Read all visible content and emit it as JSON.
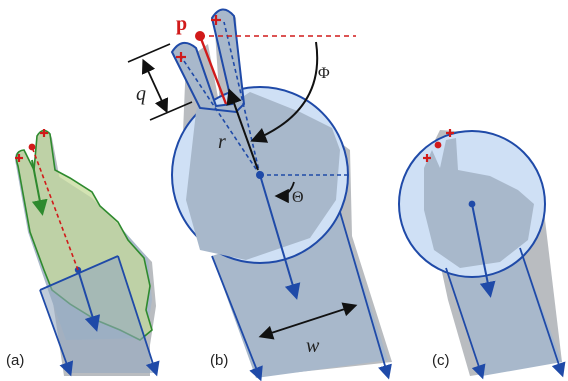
{
  "panels": {
    "a": {
      "label": "(a)"
    },
    "b": {
      "label": "(b)"
    },
    "c": {
      "label": "(c)"
    }
  },
  "symbols": {
    "p": "p",
    "q": "q",
    "r": "r",
    "w": "w",
    "phi": "Φ",
    "theta": "Θ"
  },
  "colors": {
    "hand_shadow": "#b9bcc0",
    "hand_fill": "#9fb2cb",
    "circle_fill": "#cfe0f5",
    "blue_line": "#1f4aa8",
    "red_line": "#d11a1a",
    "green_outline": "#2e8a2e",
    "green_fill": "#c6d99a",
    "black": "#111111"
  }
}
